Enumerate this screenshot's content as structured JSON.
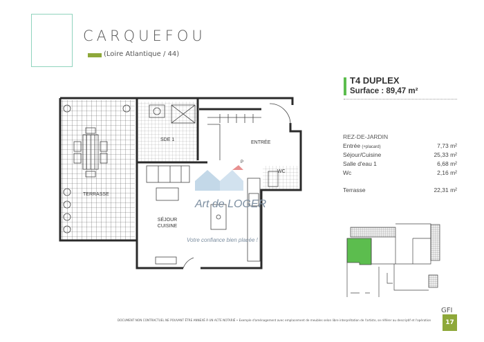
{
  "header": {
    "city": "CARQUEFOU",
    "region": "(Loire Atlantique / 44)"
  },
  "apartment": {
    "type": "T4 DUPLEX",
    "surface": "Surface : 89,47 m²"
  },
  "areas": {
    "level": "REZ-DE-JARDIN",
    "rows": [
      {
        "label": "Entrée",
        "note": "(+placard)",
        "value": "7,73 m²"
      },
      {
        "label": "Séjour/Cuisine",
        "note": "",
        "value": "25,33 m²"
      },
      {
        "label": "Salle d'eau 1",
        "note": "",
        "value": "6,68 m²"
      },
      {
        "label": "Wc",
        "note": "",
        "value": "2,16 m²"
      }
    ],
    "terrace": {
      "label": "Terrasse",
      "value": "22,31 m²"
    }
  },
  "plan": {
    "rooms": {
      "terrasse": "TERRASSE",
      "sde": "SDE 1",
      "entree": "ENTRÉE",
      "sejour": "SÉJOUR",
      "cuisine": "CUISINE",
      "wc": "WC",
      "placard": "P"
    },
    "watermark": {
      "brand": "Art de LOGER",
      "tagline": "Votre confiance bien placée !"
    }
  },
  "footer": {
    "disclaimer": "DOCUMENT NON CONTRACTUEL NE POUVANT ÊTRE ANNEXÉ À UN ACTE NOTARIÉ • Exemple d'aménagement avec emplacement de meubles selon libre interprétation de l'artiste, se référer au descriptif et l'opération",
    "brand": "GFI",
    "page": "17"
  },
  "colors": {
    "olive": "#8ea83a",
    "green": "#5cbd4e",
    "wall": "#2a2a2a",
    "frame": "#8fd3bd"
  }
}
